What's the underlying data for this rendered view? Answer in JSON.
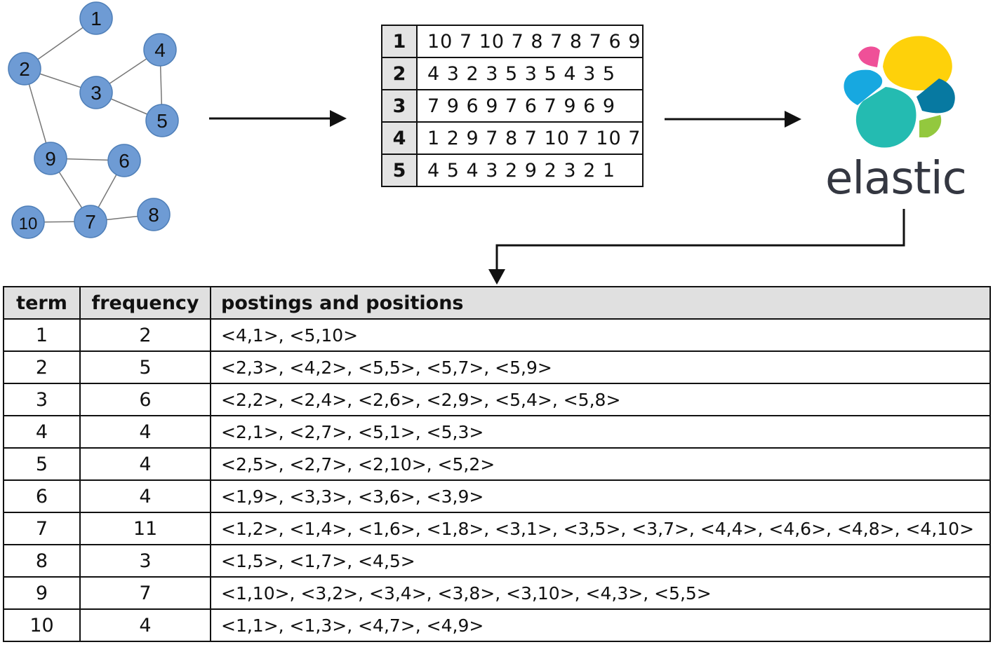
{
  "graph": {
    "nodes": [
      {
        "id": "1",
        "label": "1"
      },
      {
        "id": "2",
        "label": "2"
      },
      {
        "id": "3",
        "label": "3"
      },
      {
        "id": "4",
        "label": "4"
      },
      {
        "id": "5",
        "label": "5"
      },
      {
        "id": "6",
        "label": "6"
      },
      {
        "id": "7",
        "label": "7"
      },
      {
        "id": "8",
        "label": "8"
      },
      {
        "id": "9",
        "label": "9"
      },
      {
        "id": "10",
        "label": "10"
      }
    ],
    "edges": [
      [
        "1",
        "2"
      ],
      [
        "2",
        "3"
      ],
      [
        "3",
        "4"
      ],
      [
        "3",
        "5"
      ],
      [
        "4",
        "5"
      ],
      [
        "2",
        "9"
      ],
      [
        "9",
        "6"
      ],
      [
        "9",
        "7"
      ],
      [
        "6",
        "7"
      ],
      [
        "10",
        "7"
      ],
      [
        "7",
        "8"
      ]
    ],
    "node_color": "#6e9bd4",
    "node_stroke": "#4f7fb8"
  },
  "walks": [
    {
      "id": "1",
      "sequence": "10 7 10 7 8 7 8 7 6 9"
    },
    {
      "id": "2",
      "sequence": "4 3 2 3 5 3 5 4 3 5"
    },
    {
      "id": "3",
      "sequence": "7 9 6 9 7 6 7 9 6 9"
    },
    {
      "id": "4",
      "sequence": "1 2 9 7 8 7 10 7 10 7"
    },
    {
      "id": "5",
      "sequence": "4 5 4 3 2 9 2 3 2 1"
    }
  ],
  "logo": {
    "text": "elastic",
    "colors": {
      "yellow": "#fed10a",
      "pink": "#ef5098",
      "blue": "#24bbb1",
      "lightblue": "#17a8e0",
      "darkblue": "#0779a1",
      "green": "#93c83e"
    }
  },
  "index_table": {
    "headers": {
      "term": "term",
      "frequency": "frequency",
      "postings": "postings and positions"
    },
    "rows": [
      {
        "term": "1",
        "frequency": "2",
        "postings": "<4,1>, <5,10>"
      },
      {
        "term": "2",
        "frequency": "5",
        "postings": "<2,3>, <4,2>, <5,5>, <5,7>, <5,9>"
      },
      {
        "term": "3",
        "frequency": "6",
        "postings": "<2,2>, <2,4>, <2,6>, <2,9>, <5,4>, <5,8>"
      },
      {
        "term": "4",
        "frequency": "4",
        "postings": "<2,1>, <2,7>, <5,1>, <5,3>"
      },
      {
        "term": "5",
        "frequency": "4",
        "postings": "<2,5>, <2,7>, <2,10>, <5,2>"
      },
      {
        "term": "6",
        "frequency": "4",
        "postings": "<1,9>, <3,3>, <3,6>, <3,9>"
      },
      {
        "term": "7",
        "frequency": "11",
        "postings": "<1,2>, <1,4>, <1,6>, <1,8>, <3,1>, <3,5>, <3,7>, <4,4>, <4,6>, <4,8>, <4,10>"
      },
      {
        "term": "8",
        "frequency": "3",
        "postings": "<1,5>, <1,7>, <4,5>"
      },
      {
        "term": "9",
        "frequency": "7",
        "postings": "<1,10>, <3,2>, <3,4>, <3,8>, <3,10>, <4,3>, <5,5>"
      },
      {
        "term": "10",
        "frequency": "4",
        "postings": "<1,1>, <1,3>, <4,7>, <4,9>"
      }
    ]
  }
}
